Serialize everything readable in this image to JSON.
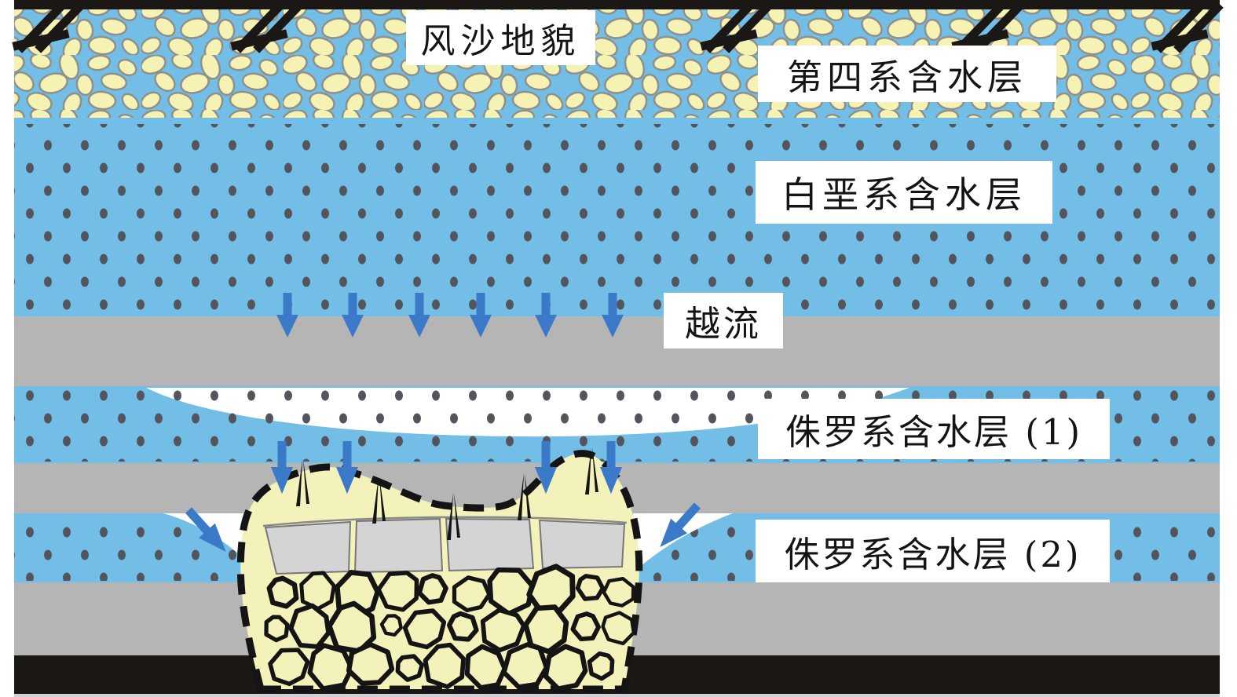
{
  "figure": {
    "type": "hydrogeological-cross-section",
    "labels": {
      "surface_landform": "风沙地貌",
      "quaternary_aquifer": "第四系含水层",
      "cretaceous_aquifer": "白垩系含水层",
      "leakage": "越流",
      "jurassic_aquifer_1": "侏罗系含水层 (1)",
      "jurassic_aquifer_2": "侏罗系含水层 (2)"
    },
    "colors": {
      "aquifer_blue": "#72bee6",
      "aquitard_gray": "#b5b5b5",
      "arrow_blue": "#3b7ac8",
      "sand_pebble_yellow": "#f5f2b4",
      "goaf_yellow": "#f4f2bb",
      "dot_gray": "#54545c",
      "surface_black": "#1a1715",
      "roof_block_gray": "#d4d4d4"
    }
  }
}
